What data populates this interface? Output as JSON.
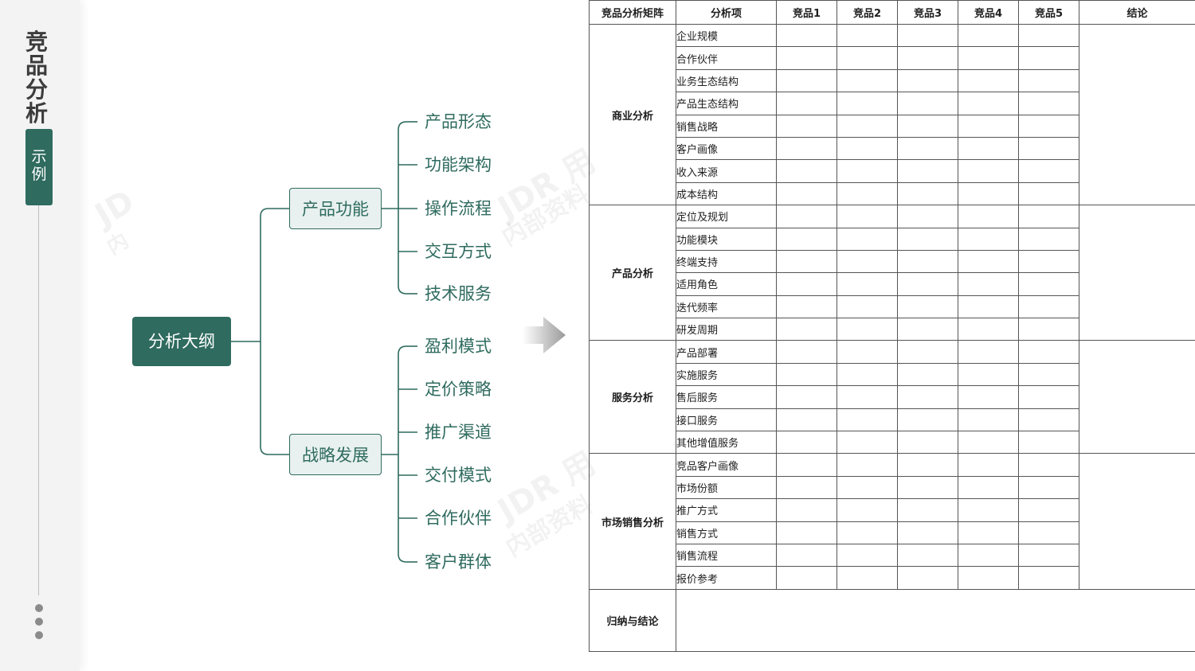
{
  "sidebar": {
    "title": "竞品分析",
    "tag": "示例"
  },
  "mindmap": {
    "root": "分析大纲",
    "branches": [
      {
        "label": "产品功能",
        "leaves": [
          "产品形态",
          "功能架构",
          "操作流程",
          "交互方式",
          "技术服务"
        ]
      },
      {
        "label": "战略发展",
        "leaves": [
          "盈利模式",
          "定价策略",
          "推广渠道",
          "交付模式",
          "合作伙伴",
          "客户群体"
        ]
      }
    ],
    "watermarks": [
      "JDR 用",
      "内部资料",
      "JDR 用",
      "内部资料",
      "JD",
      "内"
    ]
  },
  "table": {
    "headers": [
      "竞品分析矩阵",
      "分析项",
      "竞品1",
      "竞品2",
      "竞品3",
      "竞品4",
      "竞品5",
      "结论"
    ],
    "groups": [
      {
        "category": "商业分析",
        "items": [
          "企业规模",
          "合作伙伴",
          "业务生态结构",
          "产品生态结构",
          "销售战略",
          "客户画像",
          "收入来源",
          "成本结构"
        ]
      },
      {
        "category": "产品分析",
        "items": [
          "定位及规划",
          "功能模块",
          "终端支持",
          "适用角色",
          "迭代频率",
          "研发周期"
        ]
      },
      {
        "category": "服务分析",
        "items": [
          "产品部署",
          "实施服务",
          "售后服务",
          "接口服务",
          "其他增值服务"
        ]
      },
      {
        "category": "市场销售分析",
        "items": [
          "竞品客户画像",
          "市场份额",
          "推广方式",
          "销售方式",
          "销售流程",
          "报价参考"
        ]
      }
    ],
    "summary_label": "归纳与结论"
  },
  "colors": {
    "accent": "#2f6b5f",
    "node_fill": "#e8f1ef",
    "grid": "#555555"
  }
}
